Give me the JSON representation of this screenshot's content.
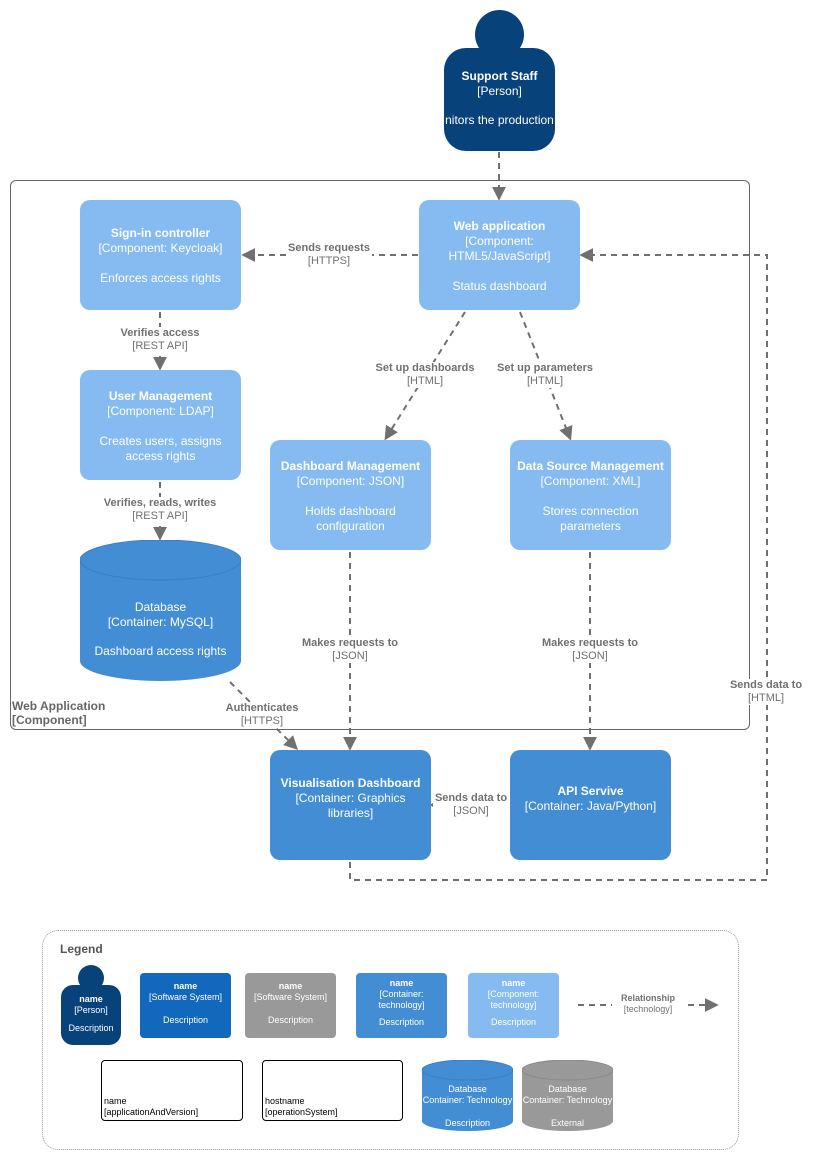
{
  "person": {
    "title": "Support Staff",
    "type": "[Person]",
    "description": "nitors the production"
  },
  "boundary": {
    "label_line1": "Web Application",
    "label_line2": "[Component]"
  },
  "components": {
    "web_app": {
      "title": "Web application",
      "type_line1": "[Component:",
      "type_line2": "HTML5/JavaScript]",
      "description": "Status dashboard"
    },
    "signin": {
      "title": "Sign-in controller",
      "type": "[Component: Keycloak]",
      "description": "Enforces access rights"
    },
    "user_mgmt": {
      "title": "User Management",
      "type": "[Component: LDAP]",
      "description_line1": "Creates users, assigns",
      "description_line2": "access rights"
    },
    "dashboard_mgmt": {
      "title": "Dashboard Management",
      "type": "[Component: JSON]",
      "description_line1": "Holds dashboard",
      "description_line2": "configuration"
    },
    "datasource_mgmt": {
      "title": "Data Source Management",
      "type": "[Component: XML]",
      "description_line1": "Stores connection",
      "description_line2": "parameters"
    }
  },
  "containers": {
    "database": {
      "title": "Database",
      "type": "[Container: MySQL]",
      "description": "Dashboard access rights"
    },
    "vis_dashboard": {
      "title": "Visualisation Dashboard",
      "type_line1": "[Container: Graphics",
      "type_line2": "libraries]"
    },
    "api": {
      "title": "API Servive",
      "type": "[Container: Java/Python]"
    }
  },
  "relations": {
    "sends_requests": {
      "label": "Sends requests",
      "tech": "[HTTPS]"
    },
    "verifies_access": {
      "label": "Verifies access",
      "tech": "[REST API]"
    },
    "verifies_rw": {
      "label": "Verifies, reads, writes",
      "tech": "[REST API]"
    },
    "setup_dash": {
      "label": "Set up dashboards",
      "tech": "[HTML]"
    },
    "setup_params": {
      "label": "Set up parameters",
      "tech": "[HTML]"
    },
    "makes_req_1": {
      "label": "Makes requests to",
      "tech": "[JSON]"
    },
    "makes_req_2": {
      "label": "Makes requests to",
      "tech": "[JSON]"
    },
    "authenticates": {
      "label": "Authenticates",
      "tech": "[HTTPS]"
    },
    "sends_data_json": {
      "label": "Sends data to",
      "tech": "[JSON]"
    },
    "sends_data_html": {
      "label": "Sends data to",
      "tech": "[HTML]"
    }
  },
  "legend": {
    "title": "Legend",
    "person": {
      "name": "name",
      "type": "[Person]",
      "desc": "Description"
    },
    "software": {
      "name": "name",
      "type": "[Software System]",
      "desc": "Description"
    },
    "software_ext": {
      "name": "name",
      "type": "[Software System]",
      "desc": "Description"
    },
    "container": {
      "name": "name",
      "type1": "[Container:",
      "type2": "technology]",
      "desc": "Description"
    },
    "component": {
      "name": "name",
      "type1": "[Component:",
      "type2": "technology]",
      "desc": "Description"
    },
    "relationship": {
      "label": "Relationship",
      "tech": "[technology]"
    },
    "node1": {
      "name": "name",
      "version": "[applicationAndVersion]"
    },
    "node2": {
      "name": "hostname",
      "os": "[operationSystem]"
    },
    "db": {
      "title": "Database",
      "type": "Container: Technology",
      "desc": "Description"
    },
    "db_ext": {
      "title": "Database",
      "type": "Container: Technology",
      "desc": "External"
    }
  },
  "colors": {
    "person": "#08427b",
    "component": "#85bbf0",
    "container": "#438dd5",
    "software": "#1168bd",
    "external": "#999999"
  }
}
